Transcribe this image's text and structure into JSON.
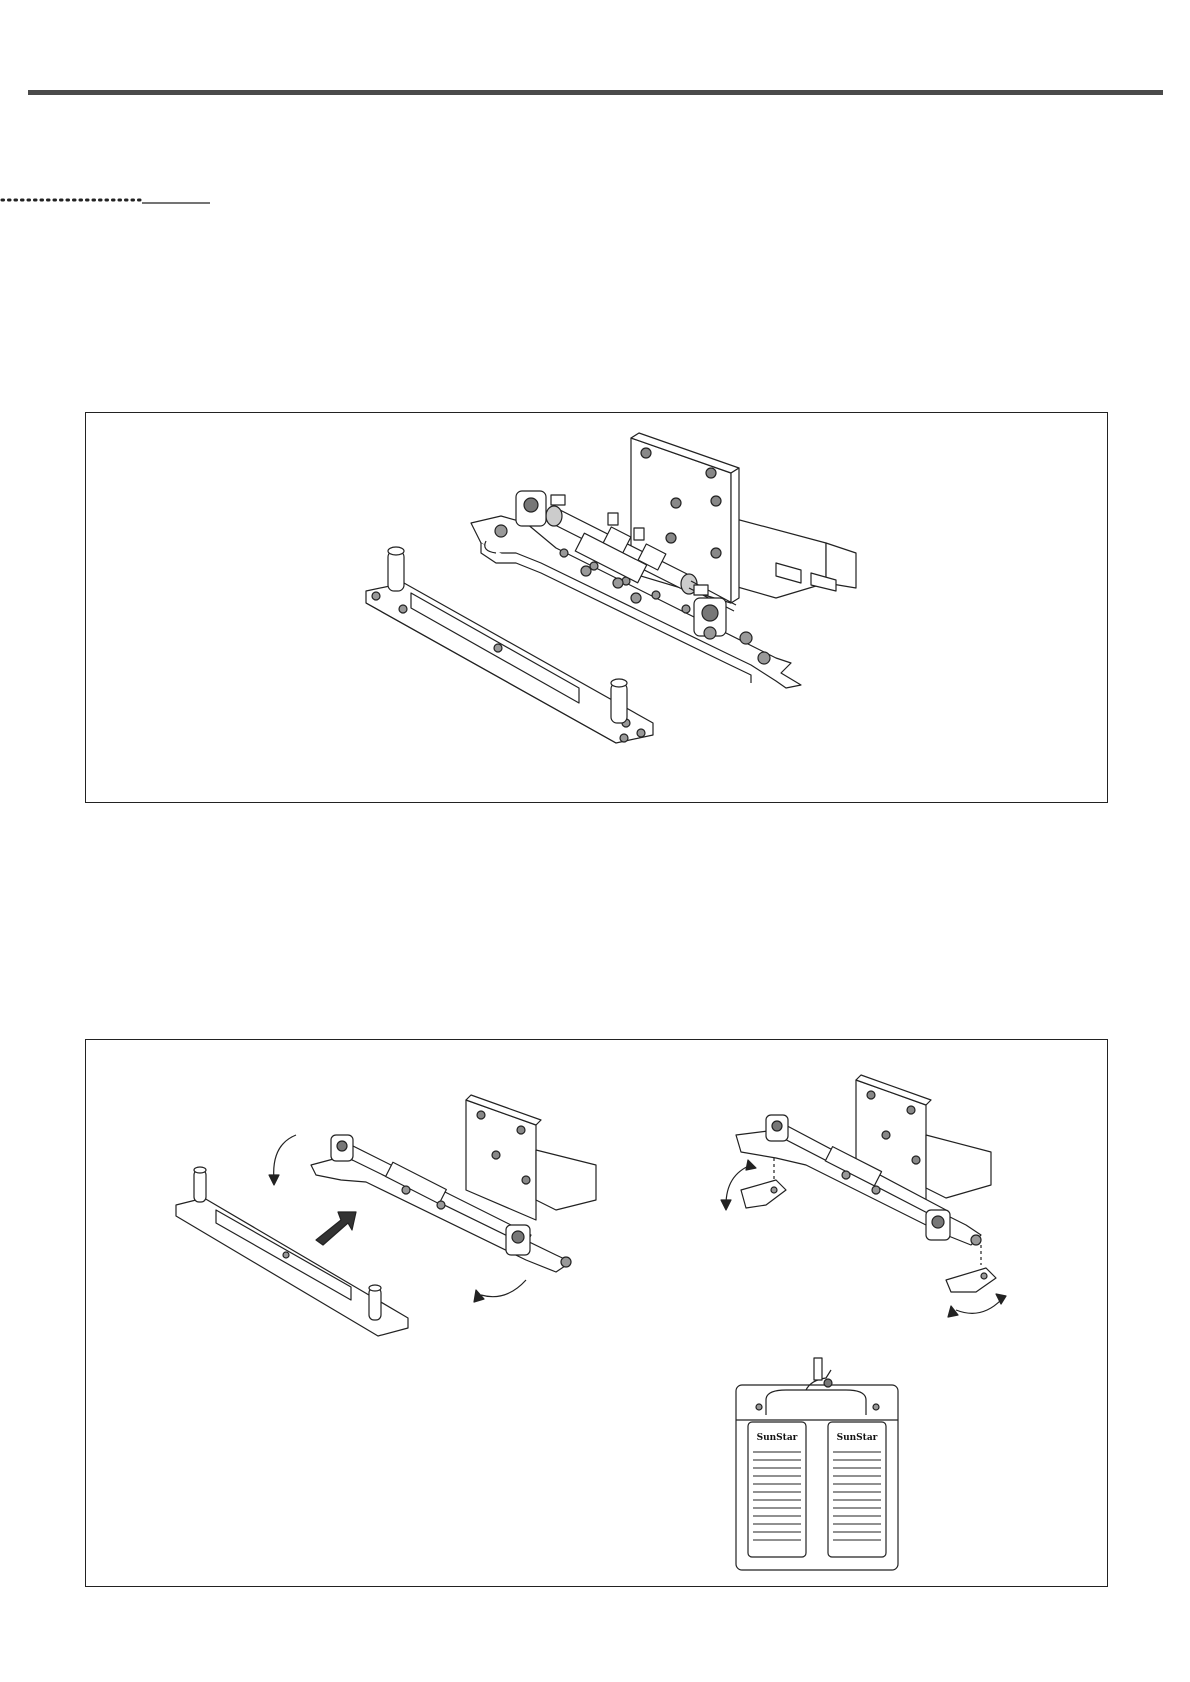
{
  "figures": [
    {
      "id": "figure-1",
      "content": "fixture-assembly-drawing"
    },
    {
      "id": "figure-2",
      "content": "fixture-installation-drawings"
    }
  ],
  "pedal": {
    "left_label": "SunStar",
    "right_label": "SunStar"
  },
  "colors": {
    "line": "#222222",
    "rule": "#4a4a4a"
  }
}
